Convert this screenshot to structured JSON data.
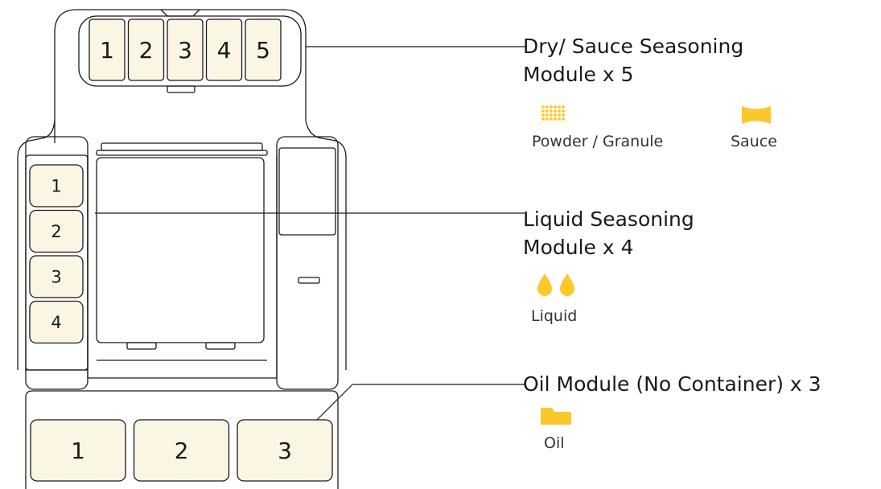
{
  "colors": {
    "stroke": "#1a1a1a",
    "slot_fill": "#fbf6e4",
    "accent": "#fcc72a"
  },
  "dry_sauce_slots": [
    "1",
    "2",
    "3",
    "4",
    "5"
  ],
  "liquid_slots": [
    "1",
    "2",
    "3",
    "4"
  ],
  "oil_slots": [
    "1",
    "2",
    "3"
  ],
  "callouts": {
    "dry_sauce": {
      "line1": "Dry/ Sauce Seasoning",
      "line2": "Module x 5"
    },
    "liquid": {
      "line1": "Liquid Seasoning",
      "line2": "Module x 4"
    },
    "oil": {
      "line1": "Oil Module (No Container) x 3"
    }
  },
  "legend": {
    "powder": {
      "label": "Powder / Granule",
      "icon": "powder-dots-icon"
    },
    "sauce": {
      "label": "Sauce",
      "icon": "sauce-block-icon"
    },
    "liquid": {
      "label": "Liquid",
      "icon": "liquid-drops-icon"
    },
    "oil": {
      "label": "Oil",
      "icon": "oil-folder-icon"
    }
  }
}
